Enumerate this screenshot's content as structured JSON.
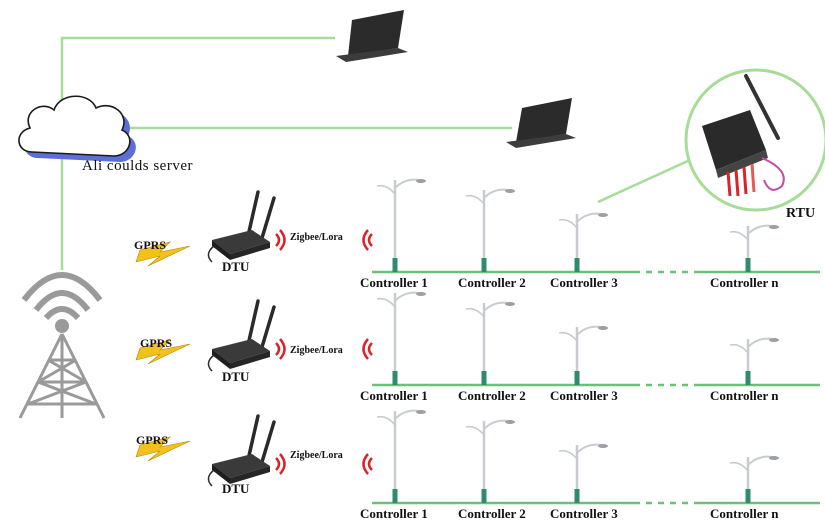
{
  "server": {
    "label": "Ali coulds server"
  },
  "rtu": {
    "label": "RTU"
  },
  "rows": [
    {
      "gprs": "GPRS",
      "dtu": "DTU",
      "link": "Zigbee/Lora",
      "controllers": [
        "Controller 1",
        "Controller 2",
        "Controller 3",
        "Controller n"
      ]
    },
    {
      "gprs": "GPRS",
      "dtu": "DTU",
      "link": "Zigbee/Lora",
      "controllers": [
        "Controller 1",
        "Controller 2",
        "Controller 3",
        "Controller n"
      ]
    },
    {
      "gprs": "GPRS",
      "dtu": "DTU",
      "link": "Zigbee/Lora",
      "controllers": [
        "Controller 1",
        "Controller 2",
        "Controller 3",
        "Controller n"
      ]
    }
  ],
  "colors": {
    "line": "#a6dc98",
    "ground": "#6cc07a",
    "pole": "#c8ccd0",
    "pole_base": "#2e8b6d",
    "gprs": "#f2c21b",
    "signal": "#d8232a",
    "tower": "#9a9a9a",
    "laptop": "#2b2b2b",
    "device": "#2a2a2a",
    "cloud_shadow": "#5d6fd6"
  },
  "icons": [
    "cloud-icon",
    "laptop-icon",
    "antenna-tower-icon",
    "dtu-router-icon",
    "lightning-icon",
    "signal-waves-icon",
    "street-light-icon",
    "rtu-controller-icon"
  ]
}
